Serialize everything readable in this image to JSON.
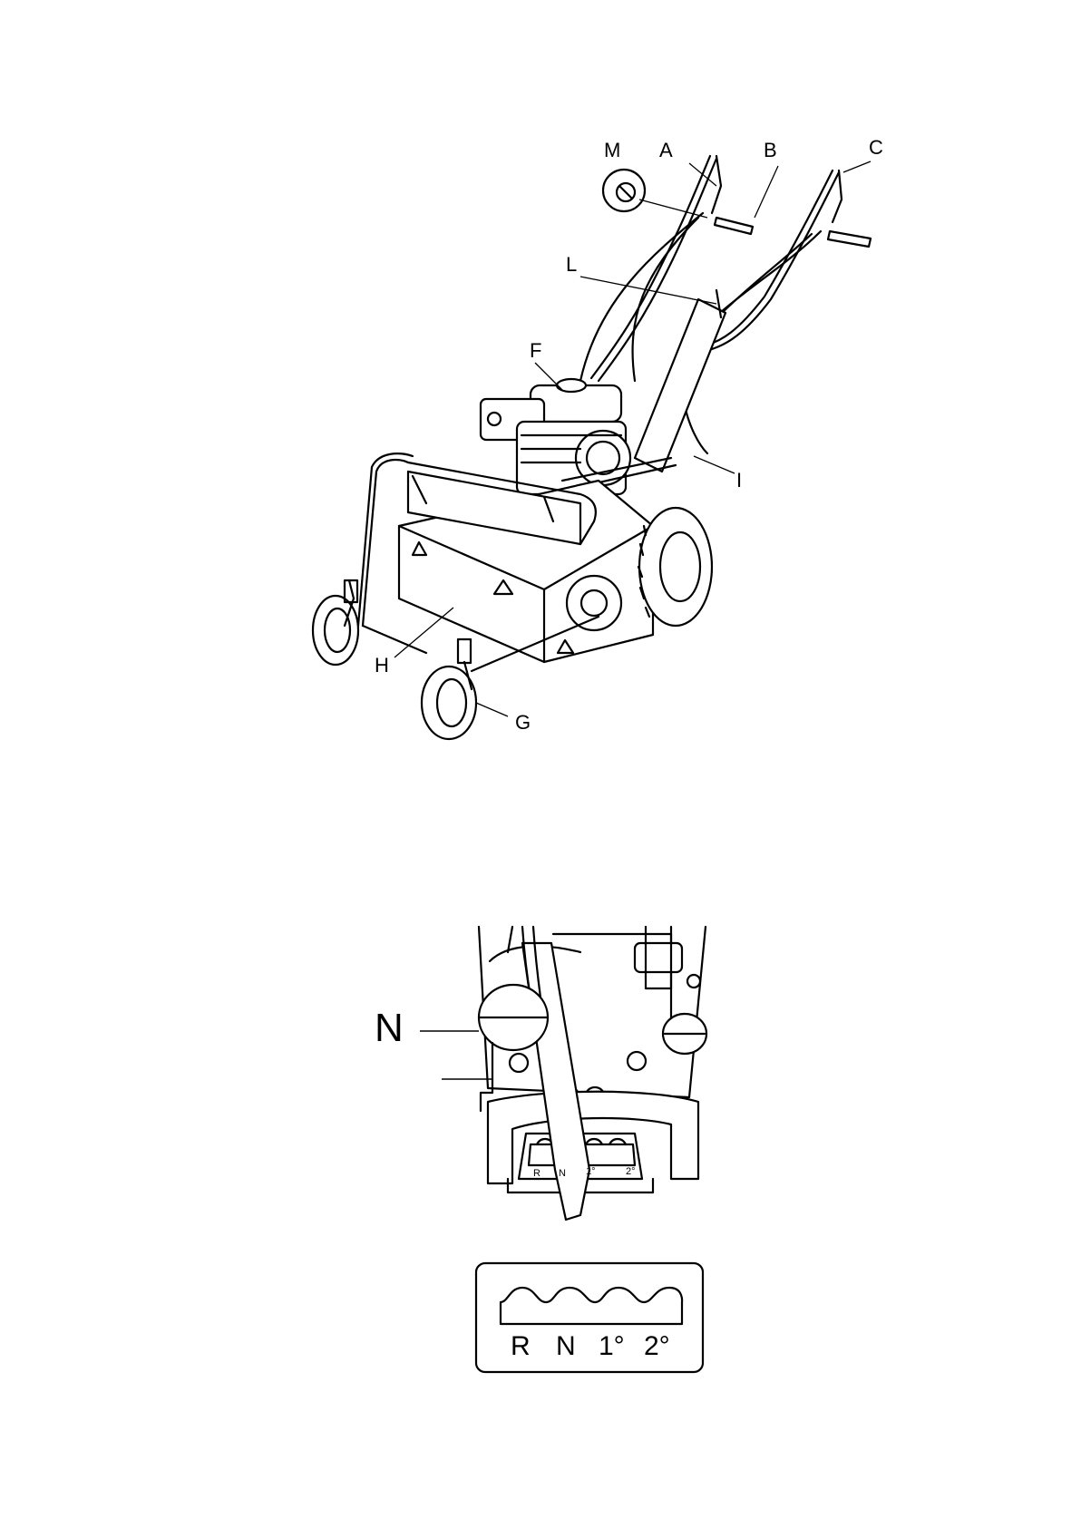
{
  "figure1": {
    "labels": {
      "M": "M",
      "A": "A",
      "B": "B",
      "C": "C",
      "L": "L",
      "F": "F",
      "I": "I",
      "H": "H",
      "G": "G"
    }
  },
  "figure2": {
    "label_N": "N",
    "gears_small": [
      "R",
      "N",
      "1°",
      "2°"
    ],
    "gears_plate": [
      "R",
      "N",
      "1°",
      "2°"
    ]
  },
  "colors": {
    "line": "#000000",
    "background": "#ffffff",
    "shade": "#d9d9d9"
  }
}
